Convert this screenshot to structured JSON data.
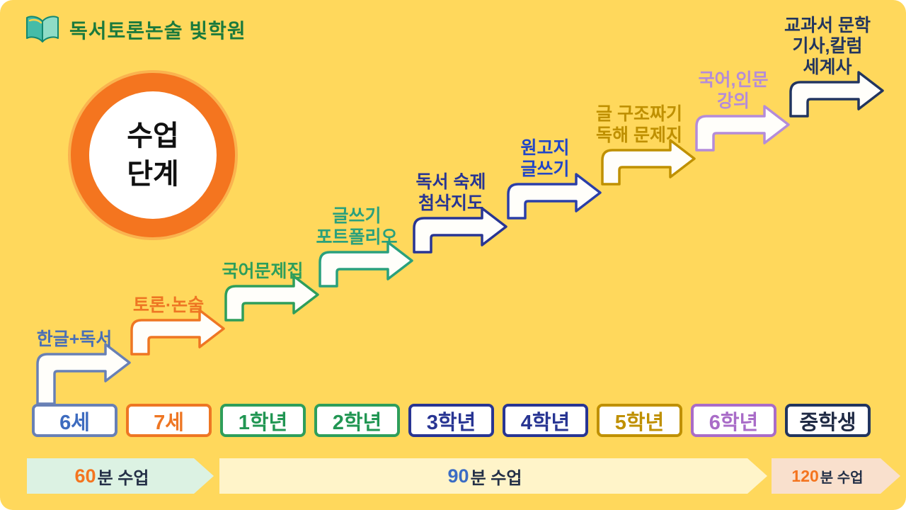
{
  "window": {
    "bg": "#FFD85C"
  },
  "header": {
    "logo_icon": "open-book-icon",
    "title": "독서토론논술 빛학원",
    "title_color": "#1B7A3D"
  },
  "stage_badge": {
    "text": "수업\n단계",
    "ring_color": "#F4751F",
    "text_color": "#111111"
  },
  "steps": [
    {
      "grade": "6세",
      "label": "한글+독서",
      "color": "#6880B5",
      "label_color": "#4A6FB5",
      "grade_color": "#3D6BBF"
    },
    {
      "grade": "7세",
      "label": "토론·논술",
      "color": "#EE7623",
      "label_color": "#EE7623",
      "grade_color": "#EE7623"
    },
    {
      "grade": "1학년",
      "label": "국어문제집",
      "color": "#2E9E5B",
      "label_color": "#2E9E5B",
      "grade_color": "#219653"
    },
    {
      "grade": "2학년",
      "label": "글쓰기\n포트폴리오",
      "color": "#2AA07C",
      "box_color": "#2E9E5B",
      "label_color": "#2AA07C",
      "grade_color": "#219653"
    },
    {
      "grade": "3학년",
      "label": "독서 숙제\n첨삭지도",
      "color": "#283593",
      "label_color": "#283593",
      "grade_color": "#283593"
    },
    {
      "grade": "4학년",
      "label": "원고지\n글쓰기",
      "color": "#2B3FA8",
      "box_color": "#283593",
      "label_color": "#2146C7",
      "grade_color": "#283593"
    },
    {
      "grade": "5학년",
      "label": "글 구조짜기\n독해 문제지",
      "color": "#BF9000",
      "label_color": "#BF9000",
      "grade_color": "#BF9000"
    },
    {
      "grade": "6학년",
      "label": "국어,인문\n강의",
      "color": "#B48CD9",
      "box_color": "#A96CC8",
      "label_color": "#B48CD9",
      "grade_color": "#A96CC8"
    },
    {
      "grade": "중학생",
      "label": "교과서 문학\n기사,칼럼\n세계사",
      "color": "#22355F",
      "label_color": "#22355F",
      "grade_color": "#1F2A44"
    }
  ],
  "durations": [
    {
      "number": "60",
      "suffix": "분 수업",
      "number_color": "#F4751F",
      "fill": "#DCF2E3"
    },
    {
      "number": "90",
      "suffix": "분 수업",
      "number_color": "#3B6CC4",
      "fill": "#FFF4C9"
    },
    {
      "number": "120",
      "suffix": "분 수업",
      "number_color": "#F4741E",
      "fill": "#F9E0CD"
    }
  ]
}
